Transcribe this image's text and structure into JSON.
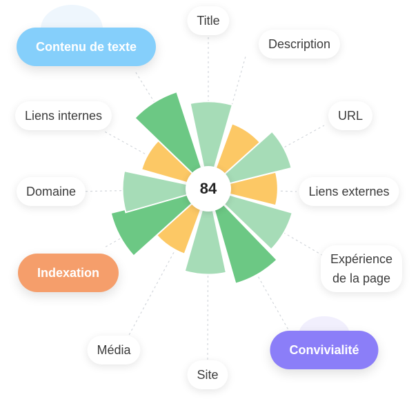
{
  "score": "84",
  "colors": {
    "dark_green": "#6cc884",
    "light_green": "#a6dcb7",
    "yellow": "#fcc865",
    "blue": "#85cffb",
    "orange": "#f59e6b",
    "purple": "#8b7ef8",
    "leader": "#d2d6db"
  },
  "chart_data": {
    "type": "polar-area",
    "center_value": 84,
    "wedges": [
      {
        "angle": -88,
        "level": 0.82,
        "status": "light_green"
      },
      {
        "angle": -56,
        "level": 0.6,
        "status": "yellow"
      },
      {
        "angle": -28,
        "level": 0.8,
        "status": "light_green"
      },
      {
        "angle": 0,
        "level": 0.6,
        "status": "yellow"
      },
      {
        "angle": 30,
        "level": 0.82,
        "status": "light_green"
      },
      {
        "angle": 60,
        "level": 0.96,
        "status": "dark_green"
      },
      {
        "angle": 92,
        "level": 0.8,
        "status": "light_green"
      },
      {
        "angle": 124,
        "level": 0.6,
        "status": "yellow"
      },
      {
        "angle": 152,
        "level": 0.98,
        "status": "dark_green"
      },
      {
        "angle": 178,
        "level": 0.8,
        "status": "light_green"
      },
      {
        "angle": 210,
        "level": 0.6,
        "status": "yellow"
      },
      {
        "angle": 238,
        "level": 1.0,
        "status": "dark_green"
      }
    ]
  },
  "labels": [
    {
      "id": "title",
      "text": "Title",
      "style": "plain"
    },
    {
      "id": "description",
      "text": "Description",
      "style": "plain"
    },
    {
      "id": "url",
      "text": "URL",
      "style": "plain"
    },
    {
      "id": "liens-externes",
      "text": "Liens externes",
      "style": "plain"
    },
    {
      "id": "experience",
      "text": "Expérience\nde la page",
      "style": "plain"
    },
    {
      "id": "convivialite",
      "text": "Convivialité",
      "style": "highlight",
      "color": "purple"
    },
    {
      "id": "site",
      "text": "Site",
      "style": "plain"
    },
    {
      "id": "media",
      "text": "Média",
      "style": "plain"
    },
    {
      "id": "indexation",
      "text": "Indexation",
      "style": "highlight",
      "color": "orange"
    },
    {
      "id": "domaine",
      "text": "Domaine",
      "style": "plain"
    },
    {
      "id": "liens-internes",
      "text": "Liens internes",
      "style": "plain"
    },
    {
      "id": "contenu",
      "text": "Contenu de texte",
      "style": "highlight",
      "color": "blue"
    }
  ]
}
